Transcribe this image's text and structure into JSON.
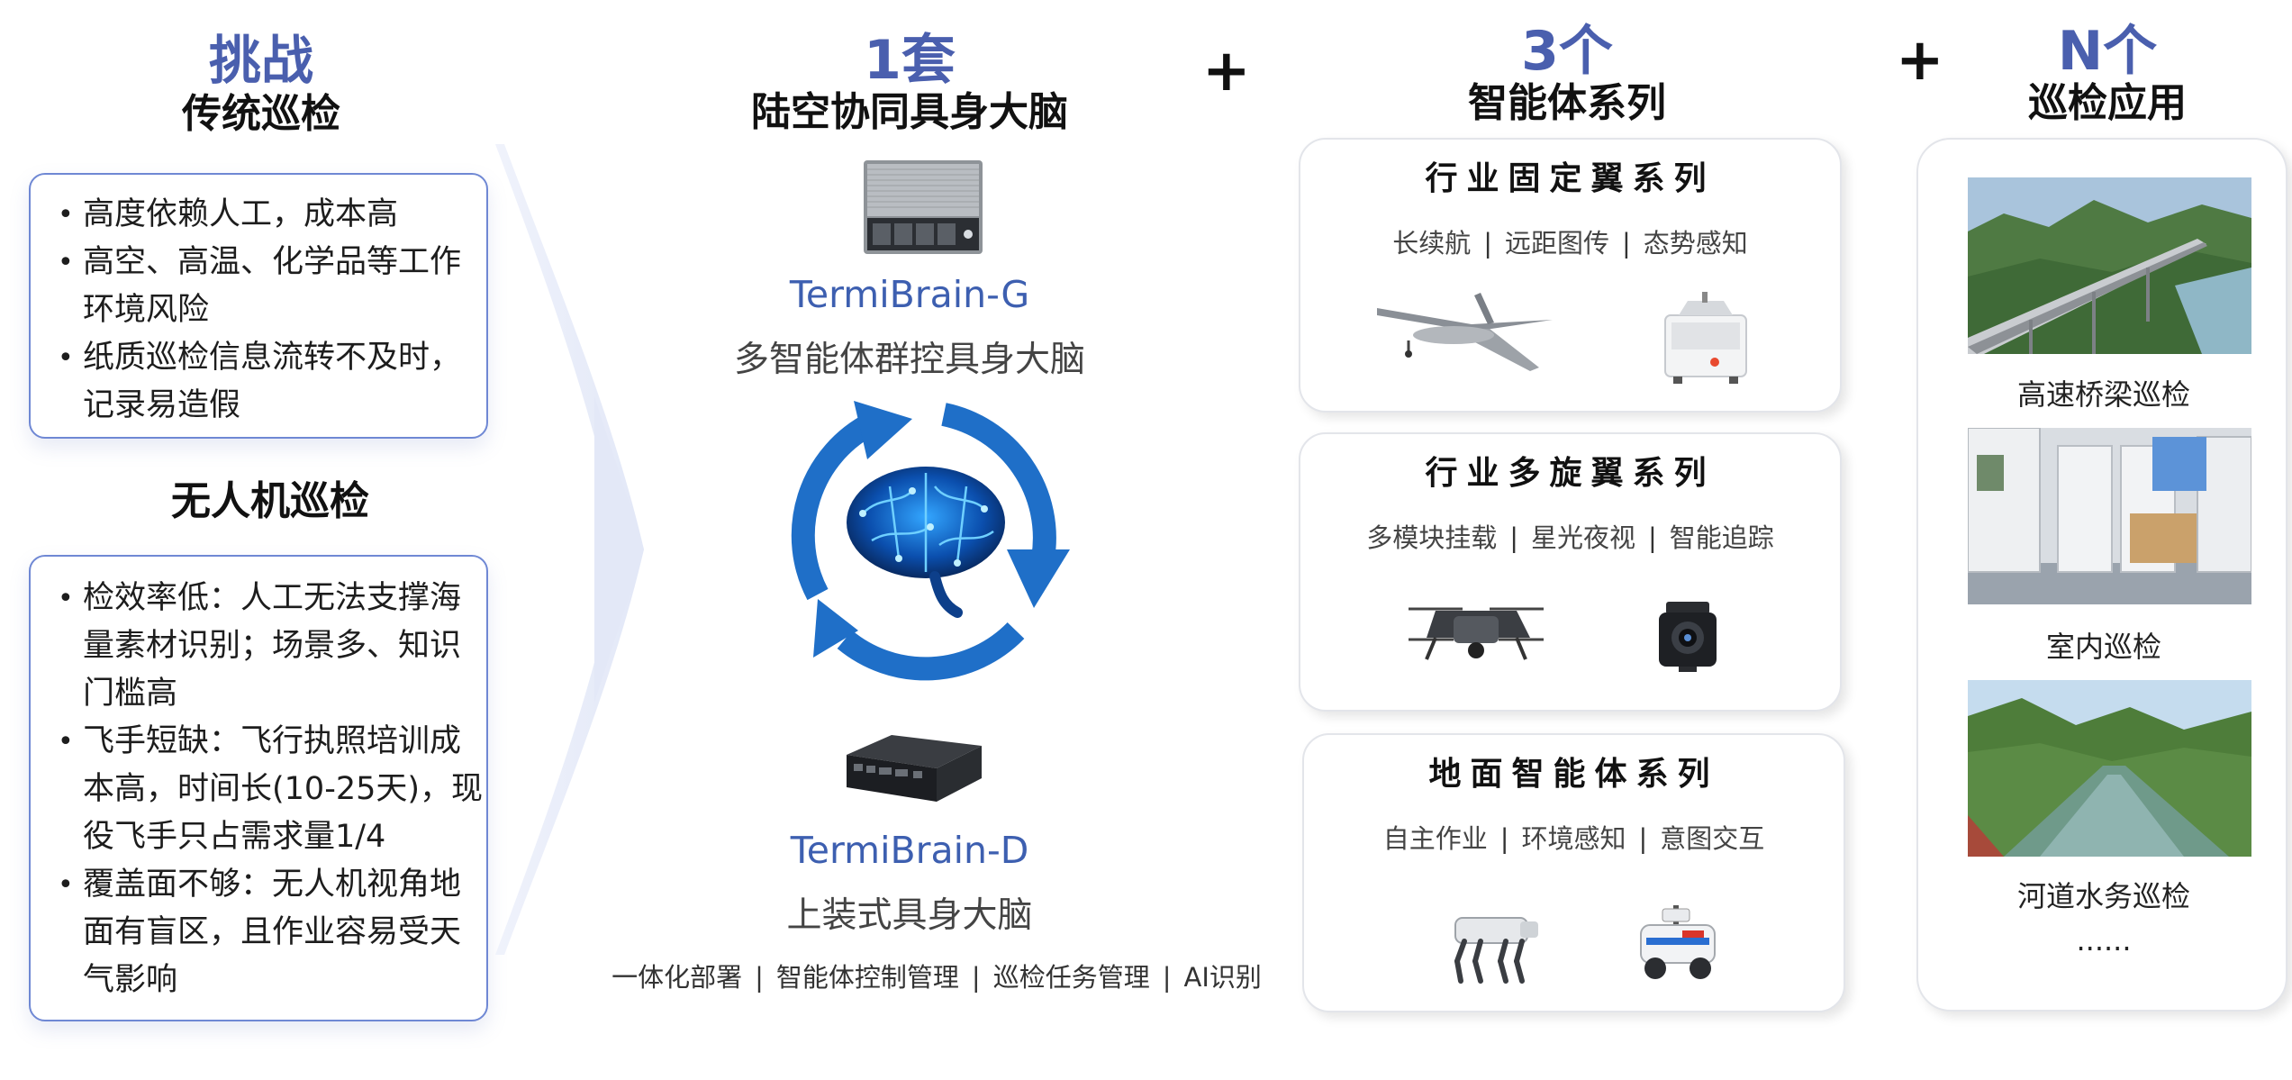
{
  "challenges": {
    "heading": "挑战",
    "subheading": "传统巡检",
    "traditional_items": [
      "高度依赖人工，成本高",
      "高空、高温、化学品等工作环境风险",
      "纸质巡检信息流转不及时，记录易造假"
    ],
    "drone_heading": "无人机巡检",
    "drone_items": [
      "检效率低：人工无法支撑海量素材识别；场景多、知识门槛高",
      "飞手短缺：飞行执照培训成本高，时间长(10-25天)，现役飞手只占需求量1/4",
      "覆盖面不够：无人机视角地面有盲区，且作业容易受天气影响"
    ]
  },
  "brain": {
    "count": "1套",
    "title": "陆空协同具身大脑",
    "product_g": {
      "name": "TermiBrain-G",
      "desc": "多智能体群控具身大脑"
    },
    "product_d": {
      "name": "TermiBrain-D",
      "desc": "上装式具身大脑"
    },
    "features": [
      "一体化部署",
      "智能体控制管理",
      "巡检任务管理",
      "AI识别"
    ]
  },
  "plus_sign": "+",
  "agents": {
    "count": "3个",
    "title": "智能体系列",
    "series": [
      {
        "title": "行业固定翼系列",
        "features": [
          "长续航",
          "远距图传",
          "态势感知"
        ]
      },
      {
        "title": "行业多旋翼系列",
        "features": [
          "多模块挂载",
          "星光夜视",
          "智能追踪"
        ]
      },
      {
        "title": "地面智能体系列",
        "features": [
          "自主作业",
          "环境感知",
          "意图交互"
        ]
      }
    ]
  },
  "applications": {
    "count": "N个",
    "title": "巡检应用",
    "items": [
      "高速桥梁巡检",
      "室内巡检",
      "河道水务巡检"
    ],
    "more": "......"
  },
  "colors": {
    "accent_blue": "#4a5fae",
    "box_border": "#6f88d4",
    "brain_ring": "#1f6fc8"
  }
}
